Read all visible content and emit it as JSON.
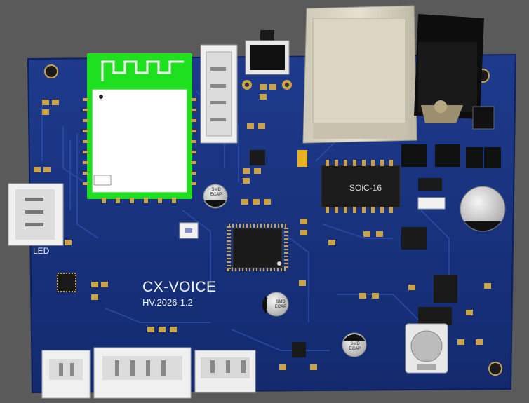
{
  "board": {
    "title": "CX-VOICE",
    "version": "HV.2026-1.2",
    "led_label": "LED",
    "ic_label": "SOiC-16",
    "cap_label_1": "SMD",
    "cap_label_2": "ECAP",
    "colors": {
      "pcb": "#17307a",
      "background": "#5a5a5a",
      "antenna": "#1fe01f",
      "copper": "#c9a24a",
      "silkscreen": "#f2f2f2"
    }
  }
}
